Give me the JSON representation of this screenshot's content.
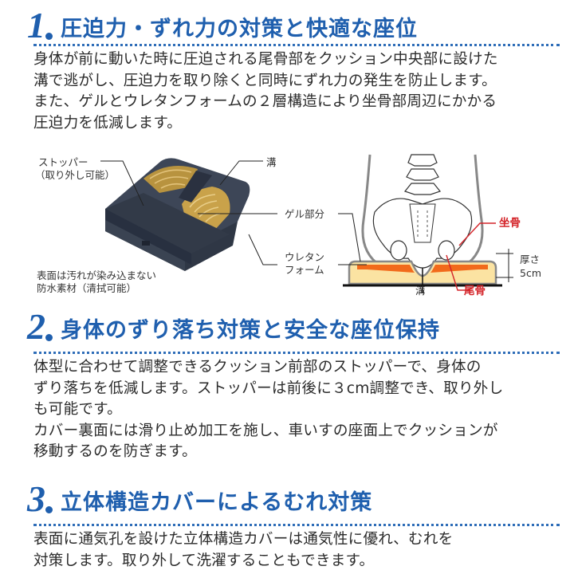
{
  "sections": [
    {
      "number": "1",
      "title": "圧迫力・ずれ力の対策と快適な座位",
      "lines": [
        "身体が前に動いた時に圧迫される尾骨部をクッション中央部に設けた",
        "溝で逃がし、圧迫力を取り除くと同時にずれ力の発生を防止します。",
        "また、ゲルとウレタンフォームの２層構造により坐骨部周辺にかかる",
        "圧迫力を低減します。"
      ]
    },
    {
      "number": "2",
      "title": "身体のずり落ち対策と安全な座位保持",
      "lines": [
        "体型に合わせて調整できるクッション前部のストッパーで、身体の",
        "ずり落ちを低減します。ストッパーは前後に３cm調整でき、取り外し",
        "も可能です。",
        "カバー裏面には滑り止め加工を施し、車いすの座面上でクッションが",
        "移動するのを防ぎます。"
      ]
    },
    {
      "number": "3",
      "title": "立体構造カバーによるむれ対策",
      "lines": [
        "表面に通気孔を設けた立体構造カバーは通気性に優れ、むれを",
        "対策します。取り外して洗濯することもできます。"
      ]
    }
  ],
  "product_figure": {
    "labels": {
      "stopper": "ストッパー",
      "stopper_note": "（取り外し可能）",
      "groove": "溝",
      "gel": "ゲル部分",
      "urethane_1": "ウレタン",
      "urethane_2": "フォーム",
      "surface_1": "表面は汚れが染み込まない",
      "surface_2": "防水素材（清拭可能）"
    }
  },
  "cross_section_figure": {
    "labels": {
      "ischium": "坐骨",
      "coccyx": "尾骨",
      "groove": "溝",
      "thickness_1": "厚さ",
      "thickness_2": "5cm"
    }
  },
  "colors": {
    "heading_blue": "#1f5fae",
    "label_red": "#d4252a",
    "cushion_navy": "#3a4352",
    "gel_gold": "#c9a24a",
    "gel_orange": "#f26a1b",
    "foam_yellow": "#fbe3a2"
  }
}
